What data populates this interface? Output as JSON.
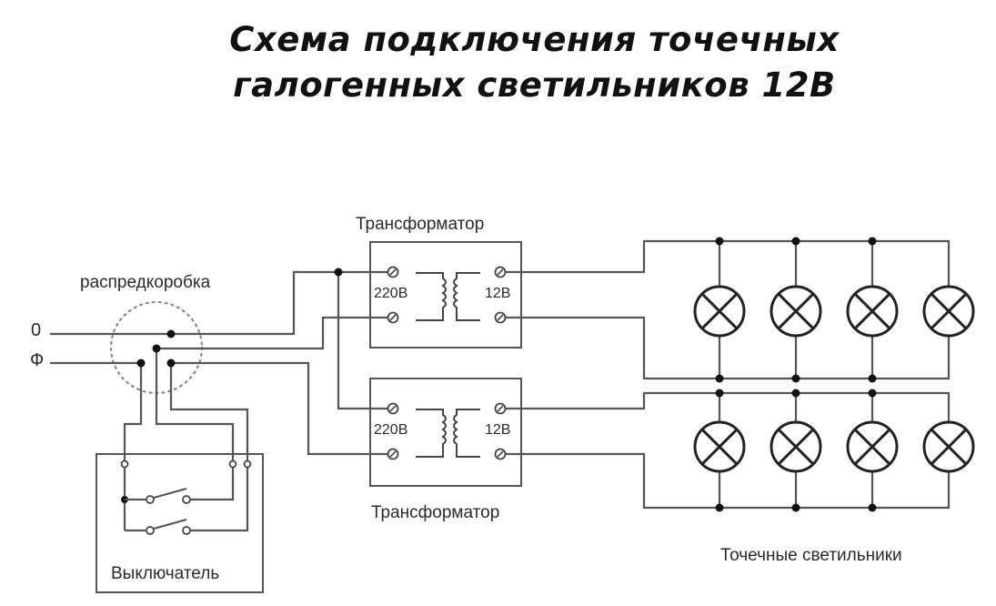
{
  "title": {
    "line1": "Схема подключения точечных",
    "line2": "галогенных светильников 12В"
  },
  "labels": {
    "neutral": "0",
    "phase": "Ф",
    "junction_box": "распредкоробка",
    "transformer_top": "Трансформатор",
    "transformer_bottom": "Трансформатор",
    "primary_voltage_top": "220В",
    "secondary_voltage_top": "12В",
    "primary_voltage_bottom": "220В",
    "secondary_voltage_bottom": "12В",
    "switch": "Выключатель",
    "lamps": "Точечные светильники"
  },
  "components": {
    "transformers": 2,
    "lamp_groups": [
      {
        "name": "group-1",
        "lamp_count": 4
      },
      {
        "name": "group-2",
        "lamp_count": 4
      }
    ],
    "switch_type": "two-gang"
  },
  "colors": {
    "wire": "#555555",
    "lamp": "#222222",
    "junction_box_outline": "#888888",
    "text": "#2a2a2a"
  }
}
